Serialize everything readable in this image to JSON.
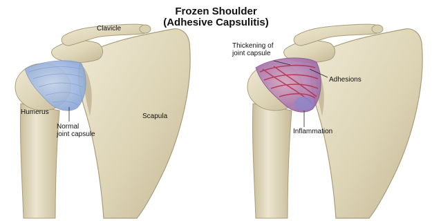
{
  "title": {
    "line1": "Frozen Shoulder",
    "line2": "(Adhesive Capsulitis)"
  },
  "left_panel": {
    "labels": {
      "clavicle": "Clavicle",
      "humerus": "Humerus",
      "scapula": "Scapula",
      "capsule_line1": "Normal",
      "capsule_line2": "joint capsule"
    }
  },
  "right_panel": {
    "labels": {
      "thickening_line1": "Thickening of",
      "thickening_line2": "joint capsule",
      "adhesions": "Adhesions",
      "inflammation": "Inflammation"
    }
  },
  "colors": {
    "bone": "#e3dcc4",
    "bone_shadow": "#b8ad8c",
    "normal_capsule": "#9fb7e0",
    "inflamed_capsule": "#c8708f",
    "adhesion_bands": "#b0304a"
  }
}
